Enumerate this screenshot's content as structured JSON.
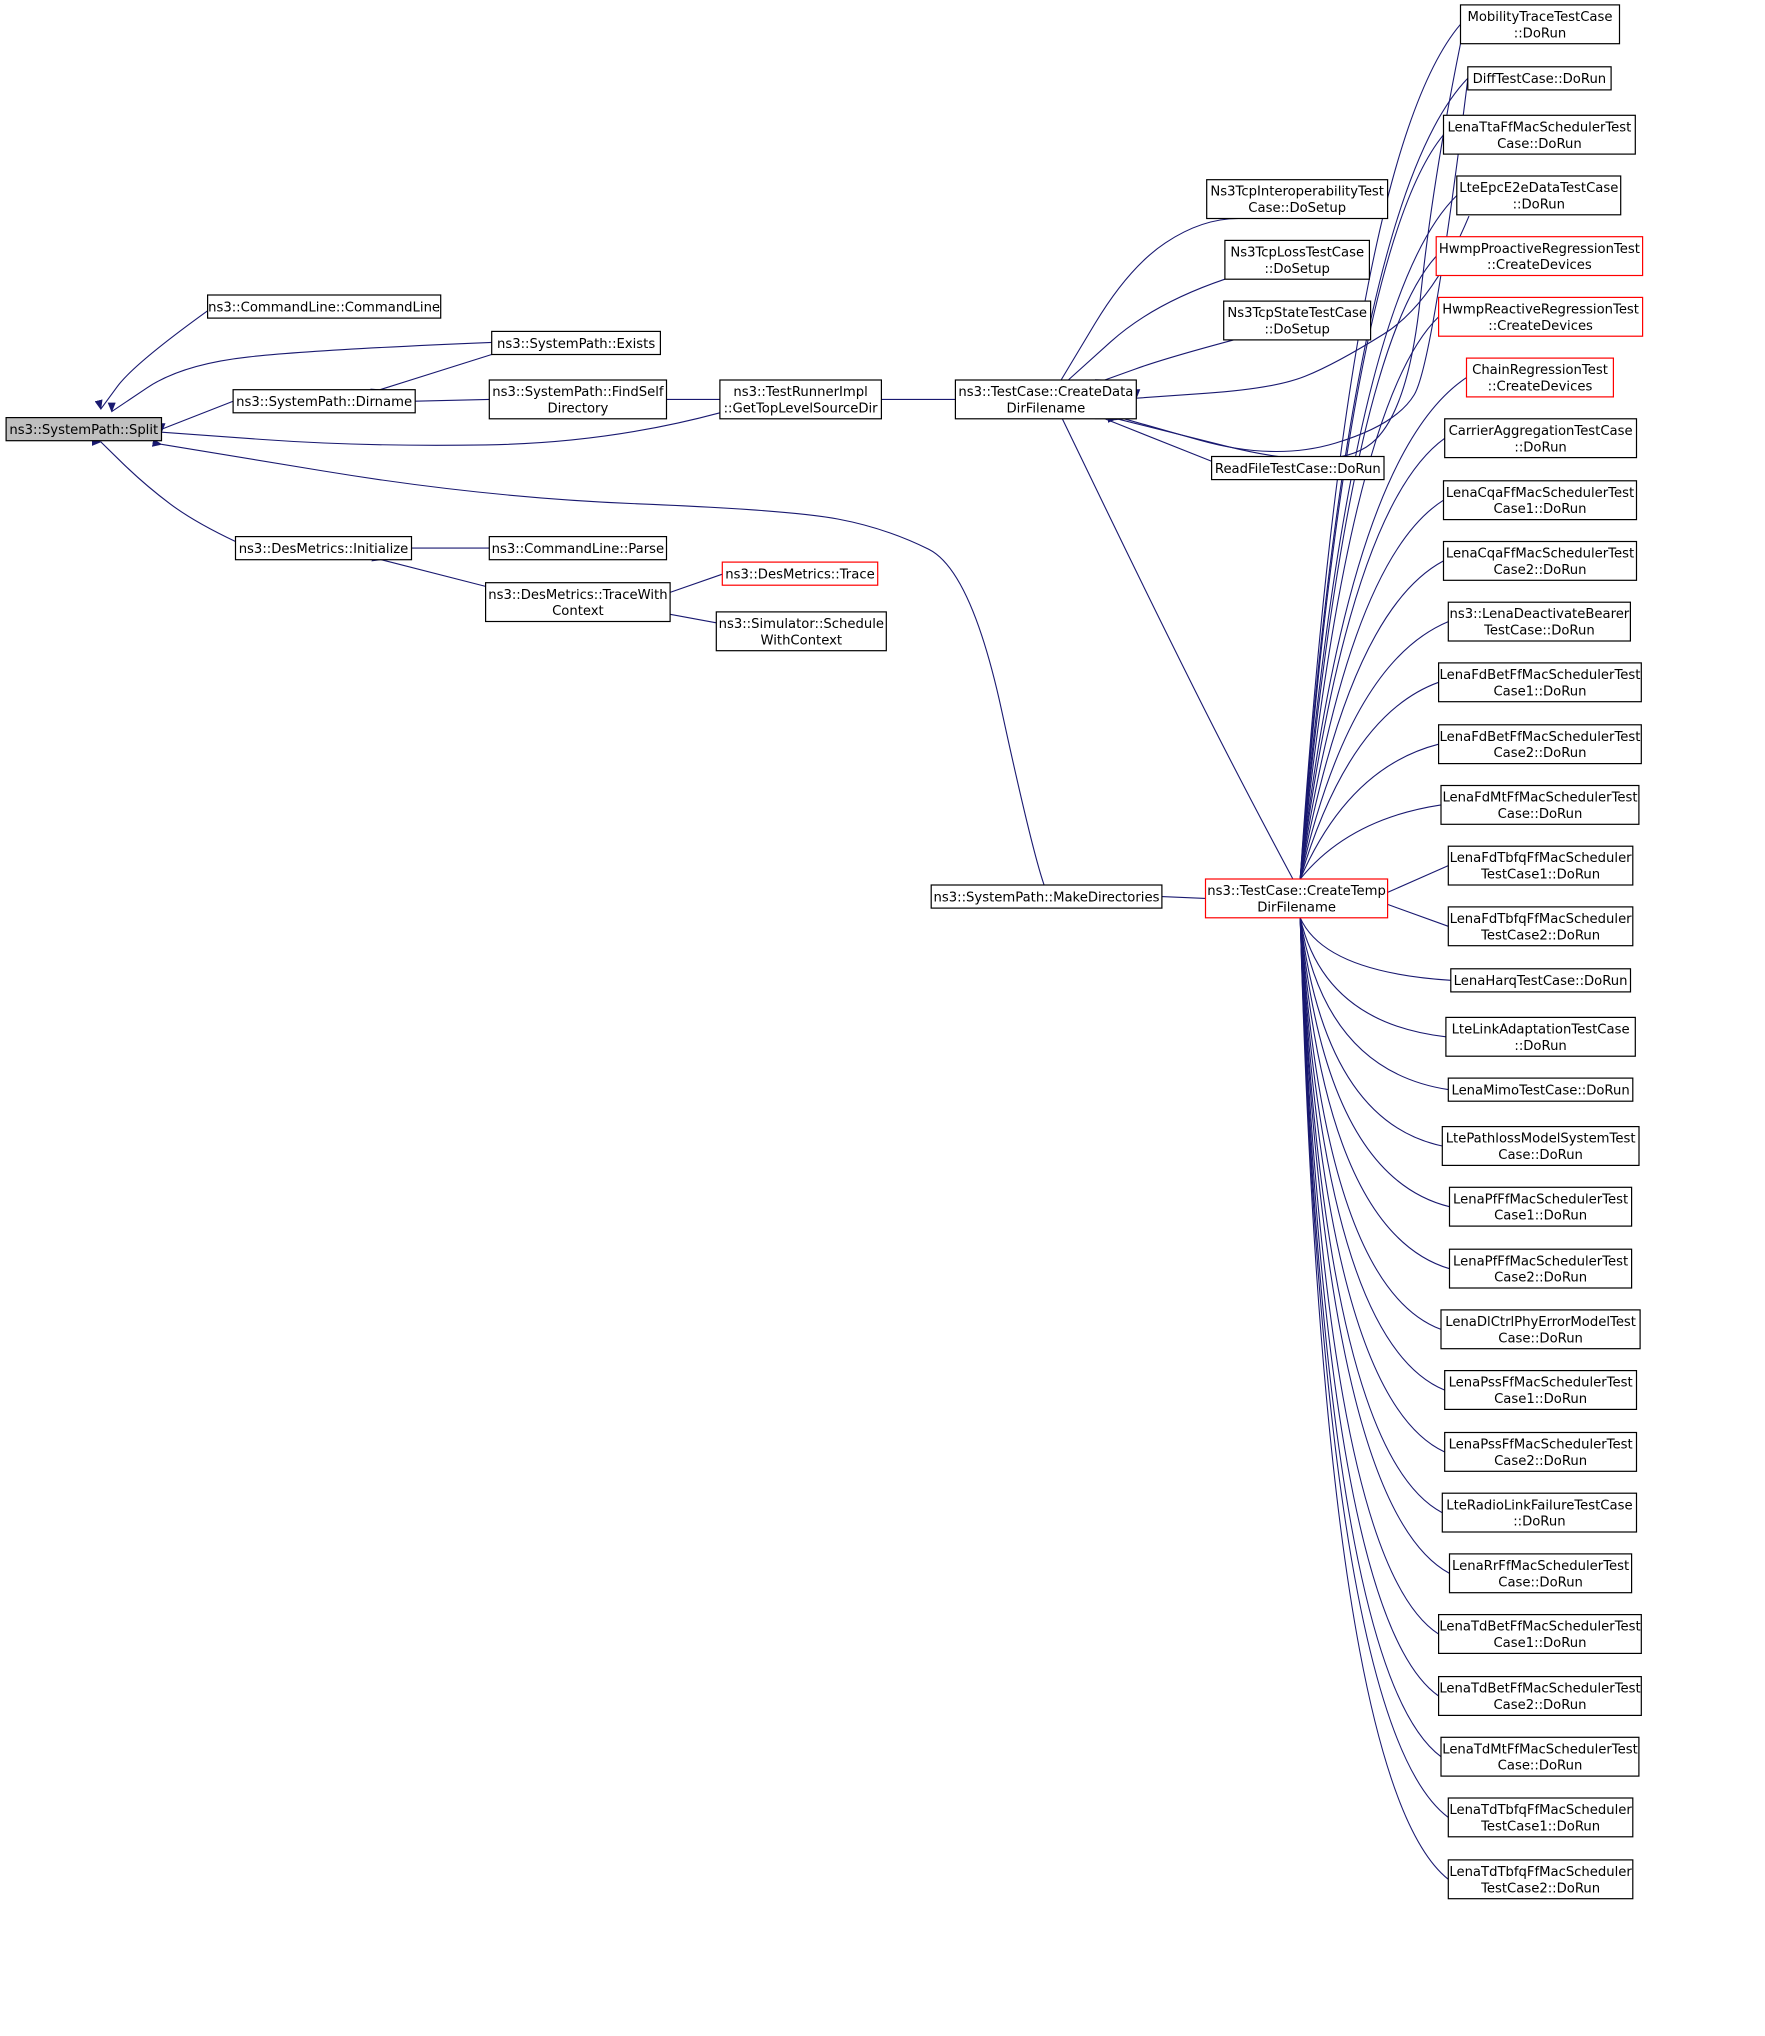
{
  "graph": {
    "colors": {
      "edge": "#191970",
      "node_border": "#000000",
      "node_border_truncated": "#ff0000",
      "focus_fill": "#bfbfbf",
      "node_fill": "#ffffff"
    },
    "nodes": [
      {
        "id": "split",
        "lines": [
          "ns3::SystemPath::Split"
        ],
        "focus": true
      },
      {
        "id": "cmdline",
        "lines": [
          "ns3::CommandLine::CommandLine"
        ]
      },
      {
        "id": "exists",
        "lines": [
          "ns3::SystemPath::Exists"
        ]
      },
      {
        "id": "dirname",
        "lines": [
          "ns3::SystemPath::Dirname"
        ]
      },
      {
        "id": "findself",
        "lines": [
          "ns3::SystemPath::FindSelf",
          "Directory"
        ]
      },
      {
        "id": "gettop",
        "lines": [
          "ns3::TestRunnerImpl",
          "::GetTopLevelSourceDir"
        ]
      },
      {
        "id": "createdata",
        "lines": [
          "ns3::TestCase::CreateData",
          "DirFilename"
        ]
      },
      {
        "id": "initialize",
        "lines": [
          "ns3::DesMetrics::Initialize"
        ]
      },
      {
        "id": "parse",
        "lines": [
          "ns3::CommandLine::Parse"
        ]
      },
      {
        "id": "tracewith",
        "lines": [
          "ns3::DesMetrics::TraceWith",
          "Context"
        ]
      },
      {
        "id": "trace",
        "lines": [
          "ns3::DesMetrics::Trace"
        ],
        "truncated": true
      },
      {
        "id": "schedule",
        "lines": [
          "ns3::Simulator::Schedule",
          "WithContext"
        ]
      },
      {
        "id": "makedirs",
        "lines": [
          "ns3::SystemPath::MakeDirectories"
        ]
      },
      {
        "id": "createtemp",
        "lines": [
          "ns3::TestCase::CreateTemp",
          "DirFilename"
        ],
        "truncated": true
      },
      {
        "id": "ns3tcpinterop",
        "lines": [
          "Ns3TcpInteroperabilityTest",
          "Case::DoSetup"
        ]
      },
      {
        "id": "ns3tcploss",
        "lines": [
          "Ns3TcpLossTestCase",
          "::DoSetup"
        ]
      },
      {
        "id": "ns3tcpstate",
        "lines": [
          "Ns3TcpStateTestCase",
          "::DoSetup"
        ]
      },
      {
        "id": "readfile",
        "lines": [
          "ReadFileTestCase::DoRun"
        ]
      },
      {
        "id": "mobility",
        "lines": [
          "MobilityTraceTestCase",
          "::DoRun"
        ]
      },
      {
        "id": "diff",
        "lines": [
          "DiffTestCase::DoRun"
        ]
      },
      {
        "id": "lenatta",
        "lines": [
          "LenaTtaFfMacSchedulerTest",
          "Case::DoRun"
        ]
      },
      {
        "id": "lteepce2e",
        "lines": [
          "LteEpcE2eDataTestCase",
          "::DoRun"
        ]
      },
      {
        "id": "hwmppro",
        "lines": [
          "HwmpProactiveRegressionTest",
          "::CreateDevices"
        ],
        "truncated": true
      },
      {
        "id": "hwmpreact",
        "lines": [
          "HwmpReactiveRegressionTest",
          "::CreateDevices"
        ],
        "truncated": true
      },
      {
        "id": "chain",
        "lines": [
          "ChainRegressionTest",
          "::CreateDevices"
        ],
        "truncated": true
      },
      {
        "id": "carrier",
        "lines": [
          "CarrierAggregationTestCase",
          "::DoRun"
        ]
      },
      {
        "id": "lenacqa1",
        "lines": [
          "LenaCqaFfMacSchedulerTest",
          "Case1::DoRun"
        ]
      },
      {
        "id": "lenacqa2",
        "lines": [
          "LenaCqaFfMacSchedulerTest",
          "Case2::DoRun"
        ]
      },
      {
        "id": "lenadeact",
        "lines": [
          "ns3::LenaDeactivateBearer",
          "TestCase::DoRun"
        ]
      },
      {
        "id": "lenafdbet1",
        "lines": [
          "LenaFdBetFfMacSchedulerTest",
          "Case1::DoRun"
        ]
      },
      {
        "id": "lenafdbet2",
        "lines": [
          "LenaFdBetFfMacSchedulerTest",
          "Case2::DoRun"
        ]
      },
      {
        "id": "lenafdmt",
        "lines": [
          "LenaFdMtFfMacSchedulerTest",
          "Case::DoRun"
        ]
      },
      {
        "id": "lenafdtbfq1",
        "lines": [
          "LenaFdTbfqFfMacScheduler",
          "TestCase1::DoRun"
        ]
      },
      {
        "id": "lenafdtbfq2",
        "lines": [
          "LenaFdTbfqFfMacScheduler",
          "TestCase2::DoRun"
        ]
      },
      {
        "id": "lenaharq",
        "lines": [
          "LenaHarqTestCase::DoRun"
        ]
      },
      {
        "id": "ltelink",
        "lines": [
          "LteLinkAdaptationTestCase",
          "::DoRun"
        ]
      },
      {
        "id": "lenamimo",
        "lines": [
          "LenaMimoTestCase::DoRun"
        ]
      },
      {
        "id": "ltepathloss",
        "lines": [
          "LtePathlossModelSystemTest",
          "Case::DoRun"
        ]
      },
      {
        "id": "lenapf1",
        "lines": [
          "LenaPfFfMacSchedulerTest",
          "Case1::DoRun"
        ]
      },
      {
        "id": "lenapf2",
        "lines": [
          "LenaPfFfMacSchedulerTest",
          "Case2::DoRun"
        ]
      },
      {
        "id": "lenadlctrl",
        "lines": [
          "LenaDlCtrlPhyErrorModelTest",
          "Case::DoRun"
        ]
      },
      {
        "id": "lenapss1",
        "lines": [
          "LenaPssFfMacSchedulerTest",
          "Case1::DoRun"
        ]
      },
      {
        "id": "lenapss2",
        "lines": [
          "LenaPssFfMacSchedulerTest",
          "Case2::DoRun"
        ]
      },
      {
        "id": "lteradio",
        "lines": [
          "LteRadioLinkFailureTestCase",
          "::DoRun"
        ]
      },
      {
        "id": "lenarr",
        "lines": [
          "LenaRrFfMacSchedulerTest",
          "Case::DoRun"
        ]
      },
      {
        "id": "lenatdbet1",
        "lines": [
          "LenaTdBetFfMacSchedulerTest",
          "Case1::DoRun"
        ]
      },
      {
        "id": "lenatdbet2",
        "lines": [
          "LenaTdBetFfMacSchedulerTest",
          "Case2::DoRun"
        ]
      },
      {
        "id": "lenatdmt",
        "lines": [
          "LenaTdMtFfMacSchedulerTest",
          "Case::DoRun"
        ]
      },
      {
        "id": "lenatdtbfq1",
        "lines": [
          "LenaTdTbfqFfMacScheduler",
          "TestCase1::DoRun"
        ]
      },
      {
        "id": "lenatdtbfq2",
        "lines": [
          "LenaTdTbfqFfMacScheduler",
          "TestCase2::DoRun"
        ]
      }
    ]
  }
}
